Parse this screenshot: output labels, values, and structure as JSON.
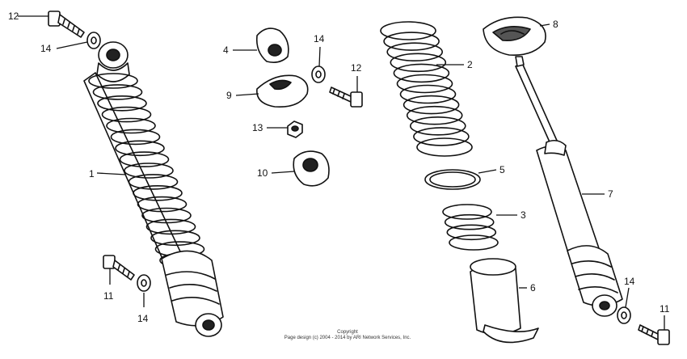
{
  "callouts": [
    {
      "id": "c1",
      "label": "1"
    },
    {
      "id": "c2",
      "label": "2"
    },
    {
      "id": "c3",
      "label": "3"
    },
    {
      "id": "c4",
      "label": "4"
    },
    {
      "id": "c5",
      "label": "5"
    },
    {
      "id": "c6",
      "label": "6"
    },
    {
      "id": "c7",
      "label": "7"
    },
    {
      "id": "c8",
      "label": "8"
    },
    {
      "id": "c9",
      "label": "9"
    },
    {
      "id": "c10",
      "label": "10"
    },
    {
      "id": "c11a",
      "label": "11"
    },
    {
      "id": "c11b",
      "label": "11"
    },
    {
      "id": "c12a",
      "label": "12"
    },
    {
      "id": "c12b",
      "label": "12"
    },
    {
      "id": "c13",
      "label": "13"
    },
    {
      "id": "c14a",
      "label": "14"
    },
    {
      "id": "c14b",
      "label": "14"
    },
    {
      "id": "c14c",
      "label": "14"
    },
    {
      "id": "c14d",
      "label": "14"
    }
  ],
  "copyright": {
    "line1": "Copyright",
    "line2": "Page design (c) 2004 - 2014 by ARI Network Services, Inc."
  }
}
